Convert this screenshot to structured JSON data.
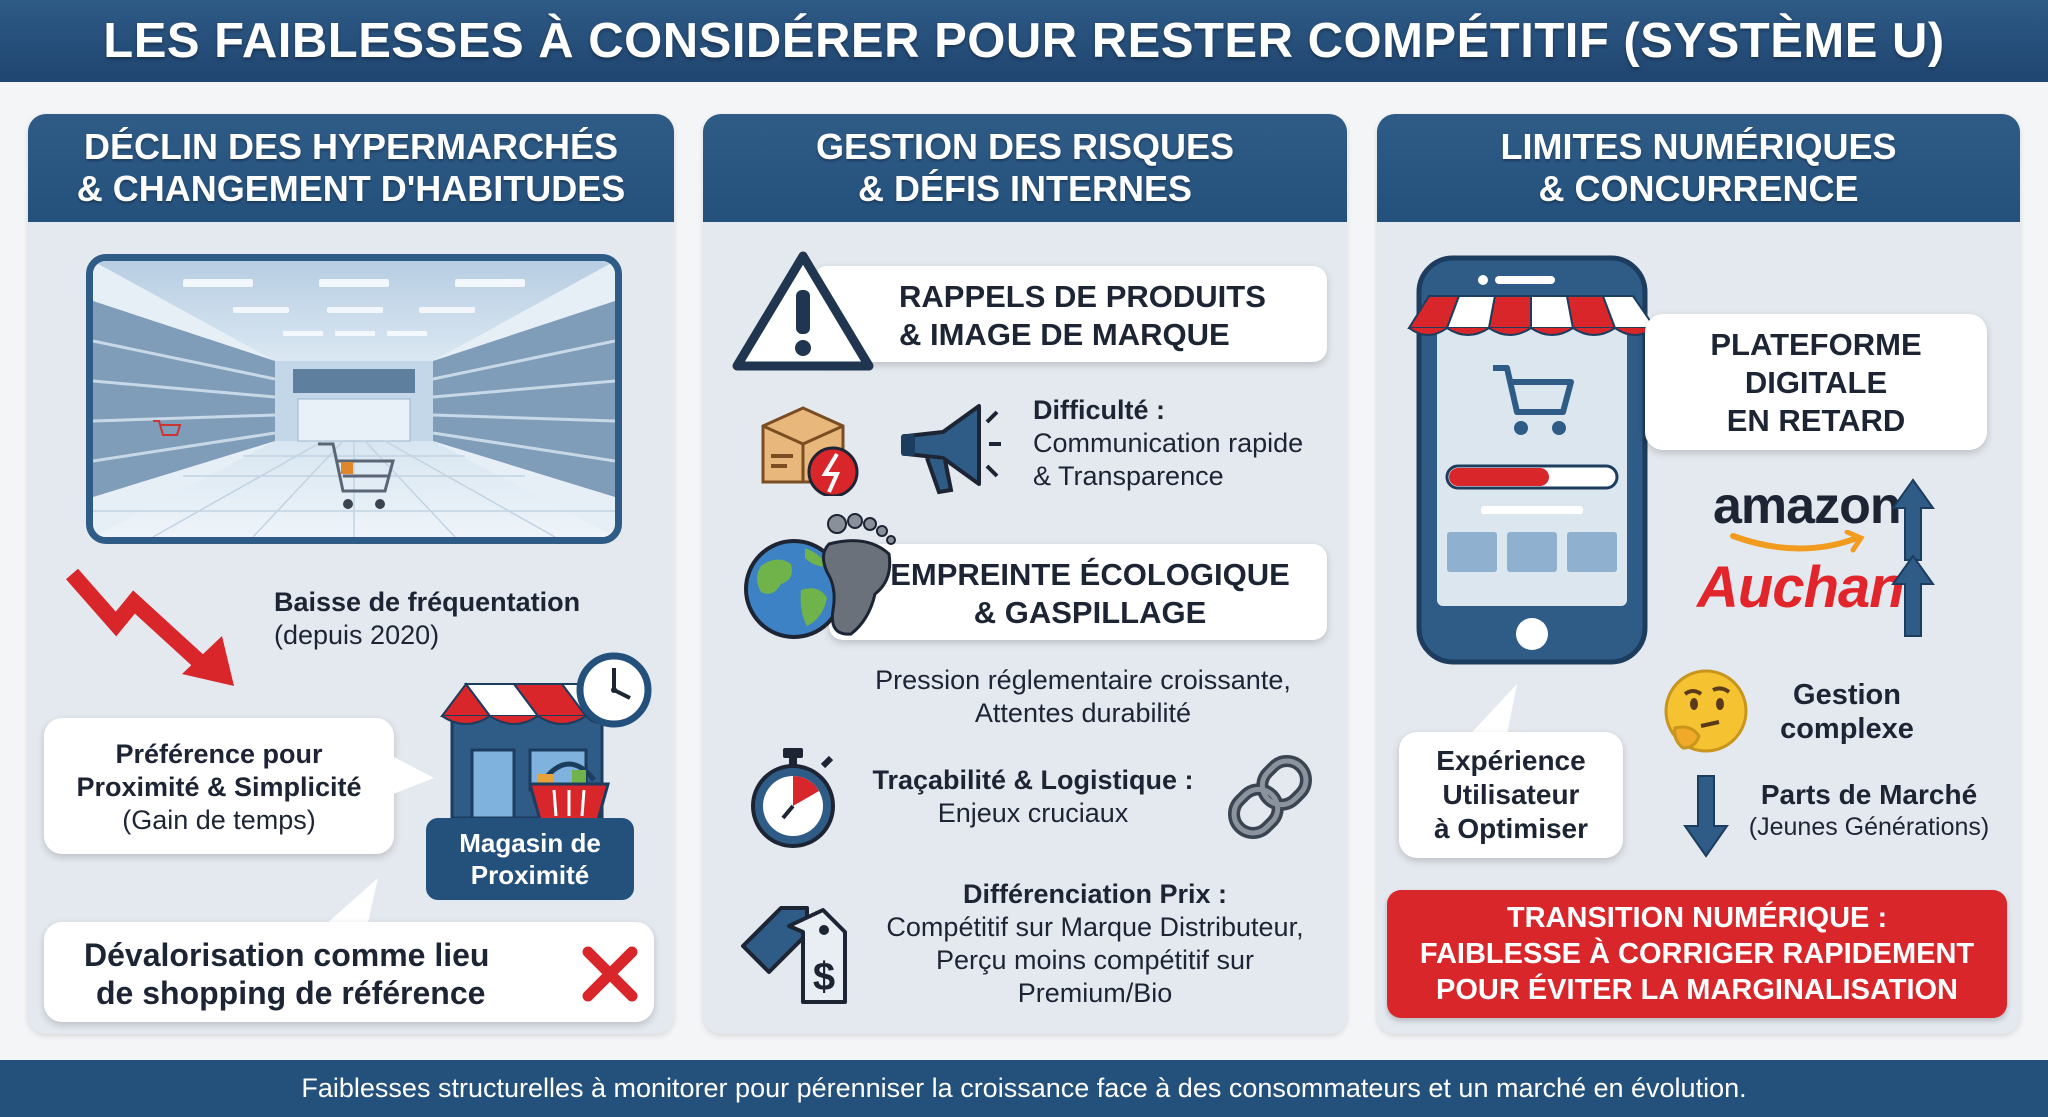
{
  "title": "LES FAIBLESSES À CONSIDÉRER POUR RESTER COMPÉTITIF (SYSTÈME U)",
  "panels": {
    "hyper": {
      "head_line1": "DÉCLIN DES HYPERMARCHÉS",
      "head_line2": "& CHANGEMENT D'HABITUDES",
      "decline_title": "Baisse de fréquentation",
      "decline_sub": "(depuis 2020)",
      "pref_line1": "Préférence pour",
      "pref_line2": "Proximité & Simplicité",
      "pref_sub": "(Gain de temps)",
      "store_label_line1": "Magasin de",
      "store_label_line2": "Proximité",
      "devalue_line1": "Dévalorisation comme lieu",
      "devalue_line2": "de shopping de référence"
    },
    "risks": {
      "head_line1": "GESTION DES RISQUES",
      "head_line2": "& DÉFIS INTERNES",
      "recall_line1": "RAPPELS DE PRODUITS",
      "recall_line2": "& IMAGE DE MARQUE",
      "difficulty_title": "Difficulté :",
      "difficulty_line1": "Communication rapide",
      "difficulty_line2": "& Transparence",
      "eco_line1": "EMPREINTE ÉCOLOGIQUE",
      "eco_line2": "& GASPILLAGE",
      "pressure_line1": "Pression réglementaire croissante,",
      "pressure_line2": "Attentes durabilité",
      "trace_title": "Traçabilité & Logistique :",
      "trace_sub": "Enjeux cruciaux",
      "price_title": "Différenciation Prix :",
      "price_line1": "Compétitif sur Marque Distributeur,",
      "price_line2": "Perçu moins compétitif sur",
      "price_line3": "Premium/Bio"
    },
    "digital": {
      "head_line1": "LIMITES NUMÉRIQUES",
      "head_line2": "& CONCURRENCE",
      "platform_line1": "PLATEFORME",
      "platform_line2": "DIGITALE",
      "platform_line3": "EN RETARD",
      "brand1": "amazon",
      "brand2": "Auchan",
      "manage_line1": "Gestion",
      "manage_line2": "complexe",
      "ux_line1": "Expérience",
      "ux_line2": "Utilisateur",
      "ux_line3": "à Optimiser",
      "share_title": "Parts de Marché",
      "share_sub": "(Jeunes Générations)",
      "alert_line1": "TRANSITION NUMÉRIQUE :",
      "alert_line2": "FAIBLESSE À CORRIGER RAPIDEMENT",
      "alert_line3": "POUR ÉVITER LA MARGINALISATION"
    }
  },
  "footer": "Faiblesses structurelles à monitorer pour pérenniser la croissance face à des consommateurs et un marché en évolution.",
  "colors": {
    "navy": "#24507c",
    "red": "#d8262b",
    "panel": "#e4e9ef",
    "auchan_red": "#e1252b"
  },
  "icons": [
    "supermarket-aisle-image",
    "down-trend-arrow-icon",
    "convenience-store-icon",
    "clock-icon",
    "basket-icon",
    "red-cross-icon",
    "warning-triangle-icon",
    "broken-box-icon",
    "megaphone-icon",
    "globe-icon",
    "footprint-icon",
    "stopwatch-icon",
    "chain-link-icon",
    "price-tag-icon",
    "smartphone-shop-icon",
    "up-arrow-icon",
    "thinking-face-icon",
    "down-arrow-icon"
  ]
}
